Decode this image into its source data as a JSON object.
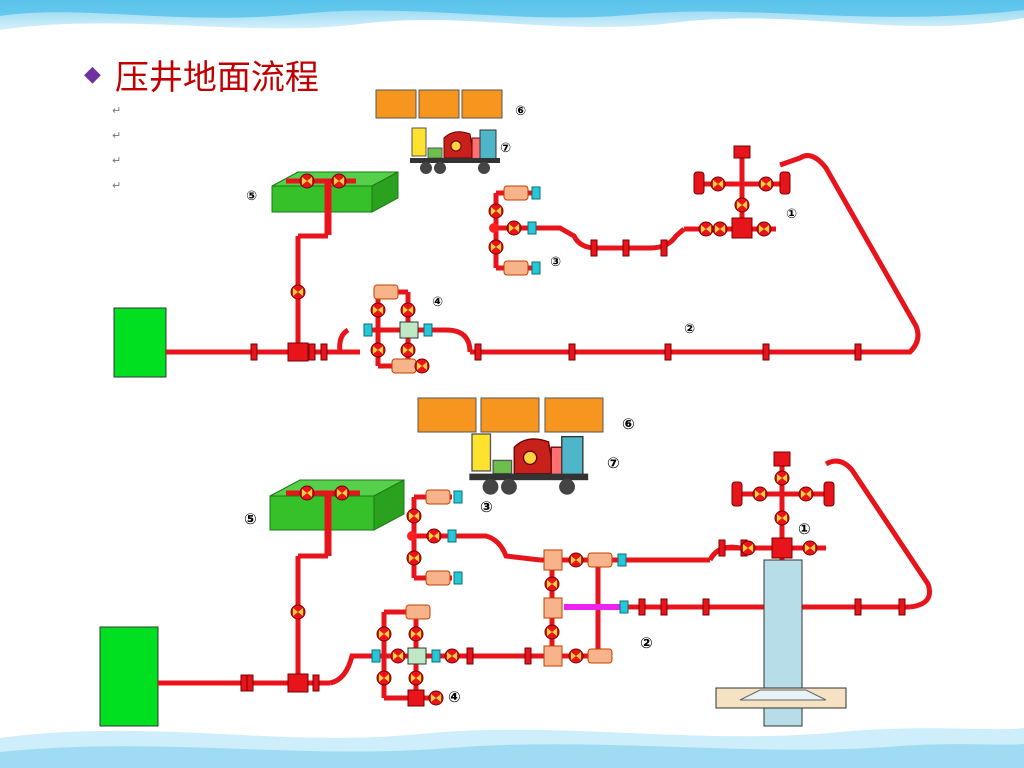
{
  "slide": {
    "title": "压井地面流程"
  },
  "colors": {
    "title": "#c00000",
    "bullet": "#7030a0",
    "pipe": "#e8141b",
    "tank": "#00e020",
    "manifold_box": "#36c02a",
    "truck_box": "#f7961e",
    "well_casing": "#b7dde8"
  },
  "para_mark": "↵",
  "diagram_top": {
    "labels": {
      "wellhead": "①",
      "pipeline": "②",
      "choke_manifold": "③",
      "kill_manifold": "④",
      "mud_tank": "⑤",
      "mud_boxes": "⑥",
      "pump_truck": "⑦"
    }
  },
  "diagram_bottom": {
    "labels": {
      "wellhead": "①",
      "pipeline": "②",
      "choke_manifold": "③",
      "kill_manifold": "④",
      "mud_tank": "⑤",
      "mud_boxes": "⑥",
      "pump_truck": "⑦"
    }
  }
}
